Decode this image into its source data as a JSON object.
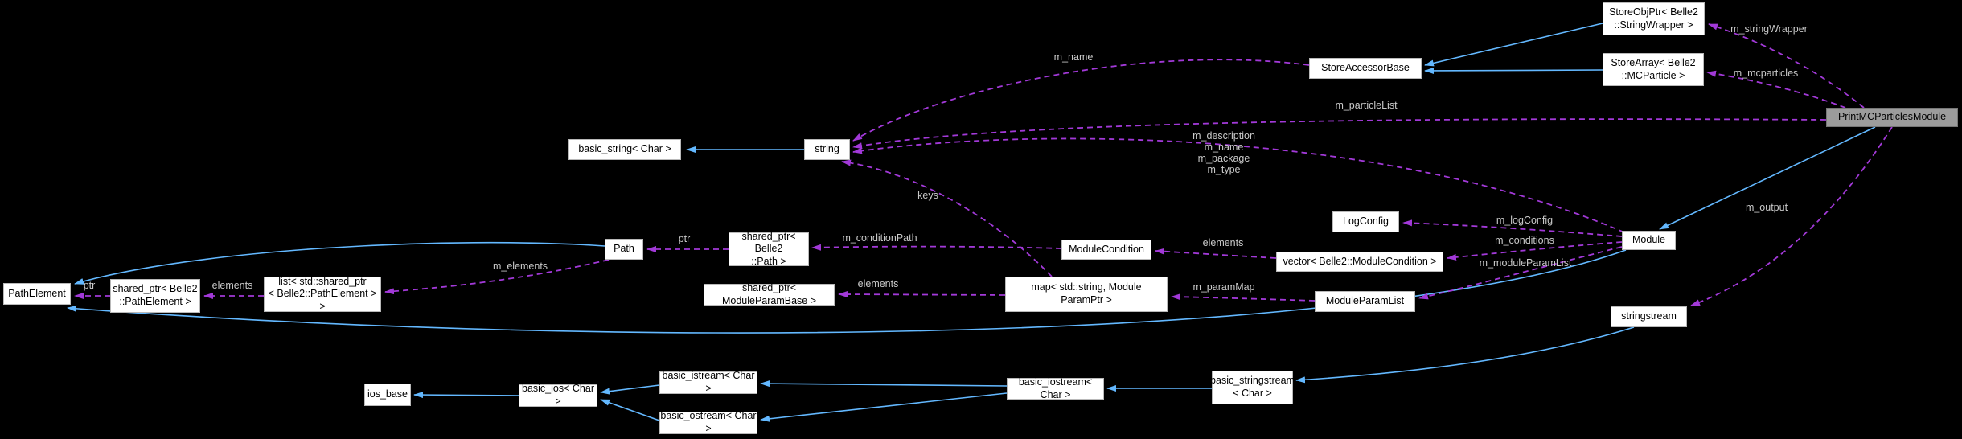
{
  "diagram": {
    "type": "doxygen-collaboration-graph",
    "highlighted_node": "PrintMCParticlesModule",
    "colors": {
      "background": "#000000",
      "node_fill": "#ffffff",
      "node_border": "#b9b9b9",
      "highlight_fill": "#9c9c9c",
      "inheritance_edge": "#63b8ff",
      "usage_edge": "#a239d8",
      "edge_label_text": "#c9c9c9",
      "node_text": "#000000"
    },
    "nodes": {
      "pathelement": "PathElement",
      "shared_ptr_pathelement": "shared_ptr< Belle2\n::PathElement >",
      "list_shared_ptr": "list< std::shared_ptr\n< Belle2::PathElement > >",
      "path": "Path",
      "shared_ptr_path": "shared_ptr< Belle2\n::Path >",
      "module_condition": "ModuleCondition",
      "shared_ptr_moduleparambase": "shared_ptr< ModuleParamBase >",
      "map_moduleparamptr": "map< std::string, Module\nParamPtr >",
      "basic_string": "basic_string< Char >",
      "string": "string",
      "store_accessor_base": "StoreAccessorBase",
      "store_obj_ptr": "StoreObjPtr< Belle2\n::StringWrapper >",
      "store_array": "StoreArray< Belle2\n::MCParticle >",
      "print_mcparticles_module": "PrintMCParticlesModule",
      "log_config": "LogConfig",
      "module": "Module",
      "vector_module_condition": "vector< Belle2::ModuleCondition >",
      "module_param_list": "ModuleParamList",
      "stringstream": "stringstream",
      "ios_base": "ios_base",
      "basic_ios": "basic_ios< Char >",
      "basic_istream": "basic_istream< Char >",
      "basic_ostream": "basic_ostream< Char >",
      "basic_iostream": "basic_iostream< Char >",
      "basic_stringstream": "basic_stringstream\n< Char >"
    },
    "edge_labels": {
      "m_stringwrapper": "m_stringWrapper",
      "m_mcparticles": "m_mcparticles",
      "m_name": "m_name",
      "m_particlelist": "m_particleList",
      "module_strings": "m_description\nm_name\nm_package\nm_type",
      "keys": "keys",
      "m_conditionpath": "m_conditionPath",
      "ptr_path": "ptr",
      "m_elements": "m_elements",
      "elements_list": "elements",
      "ptr_pathelement": "ptr",
      "elements_map": "elements",
      "m_parammap": "m_paramMap",
      "elements_vector": "elements",
      "m_logconfig": "m_logConfig",
      "m_conditions": "m_conditions",
      "m_moduleparamlist": "m_moduleParamList",
      "m_output": "m_output"
    }
  }
}
